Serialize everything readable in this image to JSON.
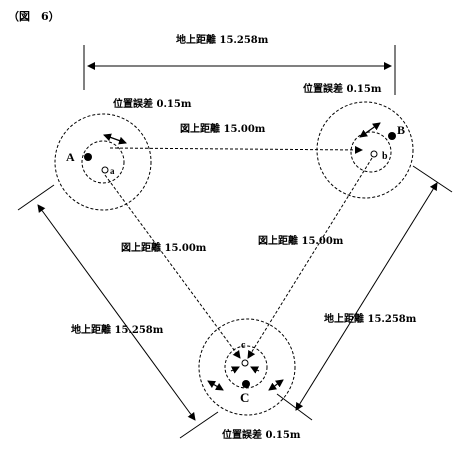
{
  "figure": {
    "title": "（図　6）",
    "points": {
      "A": "A",
      "a": "a",
      "B": "B",
      "b": "b",
      "C": "C",
      "c": "c"
    },
    "labels": {
      "top_ground_distance": "地上距離 15.258m",
      "left_ground_distance": "地上距離 15.258m",
      "right_ground_distance": "地上距離 15.258m",
      "map_distance_ab": "図上距離 15.00m",
      "map_distance_ac": "図上距離 15.00m",
      "map_distance_bc": "図上距離 15.00m",
      "position_error_a": "位置誤差 0.15m",
      "position_error_b": "位置誤差 0.15m",
      "position_error_c": "位置誤差 0.15m"
    },
    "colors": {
      "ink": "#000000",
      "background": "#ffffff"
    }
  }
}
